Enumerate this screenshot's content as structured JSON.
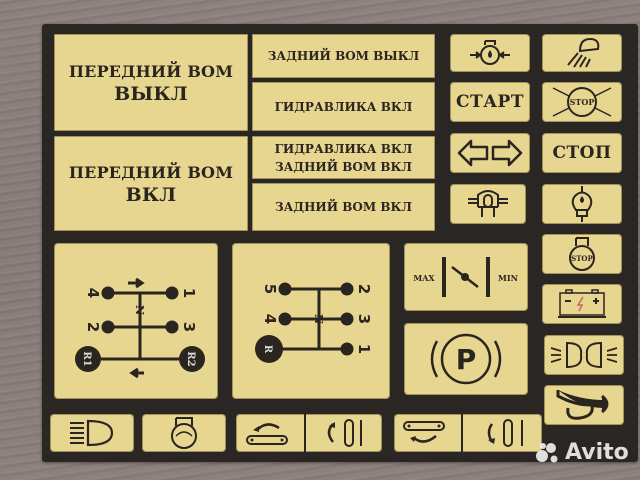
{
  "sheet": {
    "background_color": "#2a2624",
    "label_color": "#e7d690",
    "ink_color": "#2b2520"
  },
  "text_labels": {
    "front_pto_off": {
      "line1": "ПЕРЕДНИЙ ВОМ",
      "line2": "ВЫКЛ"
    },
    "front_pto_on": {
      "line1": "ПЕРЕДНИЙ ВОМ",
      "line2": "ВКЛ"
    },
    "rear_pto_off": "ЗАДНИЙ ВОМ ВЫКЛ",
    "hydraulics_on": "ГИДРАВЛИКА ВКЛ",
    "hydraulics_rear_pto_on": {
      "line1": "ГИДРАВЛИКА ВКЛ",
      "line2": "ЗАДНИЙ ВОМ ВКЛ"
    },
    "rear_pto_on": "ЗАДНИЙ ВОМ ВКЛ"
  },
  "buttons": {
    "start": "СТАРТ",
    "stop": "СТОП"
  },
  "icons": {
    "oil_pressure": "oil-pressure-icon",
    "work_light": "work-light-icon",
    "stop_lamp": "stop-lamp-icon",
    "stop_lamp_text": "STOP",
    "turn_signals": "turn-signals-icon",
    "differential_lock": "differential-lock-icon",
    "glow_plug": "glow-plug-icon",
    "engine_stop": "engine-stop-icon",
    "engine_stop_text": "STOP",
    "battery": "battery-icon",
    "headlights": "headlights-icon",
    "horn": "horn-icon",
    "high_beam": "high-beam-icon",
    "engine": "engine-icon"
  },
  "gear_shift_1": {
    "left": [
      "4",
      "2"
    ],
    "right": [
      "1",
      "3"
    ],
    "neutral": "N",
    "reverse_left": "R1",
    "reverse_right": "R2"
  },
  "gear_shift_2": {
    "left": [
      "5",
      "4"
    ],
    "right": [
      "2",
      "3",
      "1"
    ],
    "neutral": "N",
    "reverse": "R"
  },
  "throttle": {
    "max_label": "MAX",
    "min_label": "MIN"
  },
  "parking_brake": {
    "letter": "P"
  },
  "watermark": {
    "text": "Avito"
  }
}
